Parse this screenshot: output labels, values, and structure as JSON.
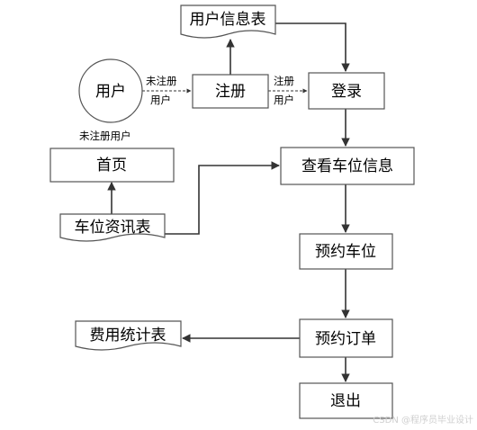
{
  "nodes": {
    "user": "用户",
    "register": "注册",
    "login": "登录",
    "user_info_table": "用户信息表",
    "homepage": "首页",
    "view_parking_info": "查看车位信息",
    "parking_news_table": "车位资讯表",
    "reserve_parking": "预约车位",
    "reservation_order": "预约订单",
    "fee_statistics_table": "费用统计表",
    "logout": "退出"
  },
  "edge_labels": {
    "user_to_register_line1": "未注册",
    "user_to_register_line2": "用户",
    "register_to_login_line1": "注册",
    "register_to_login_line2": "用户",
    "user_to_homepage": "未注册用户"
  },
  "watermark": "CSDN @程序员毕业设计",
  "colors": {
    "line": "#333333",
    "box_border": "#555555",
    "background": "#ffffff",
    "watermark": "#cfcfcf"
  }
}
